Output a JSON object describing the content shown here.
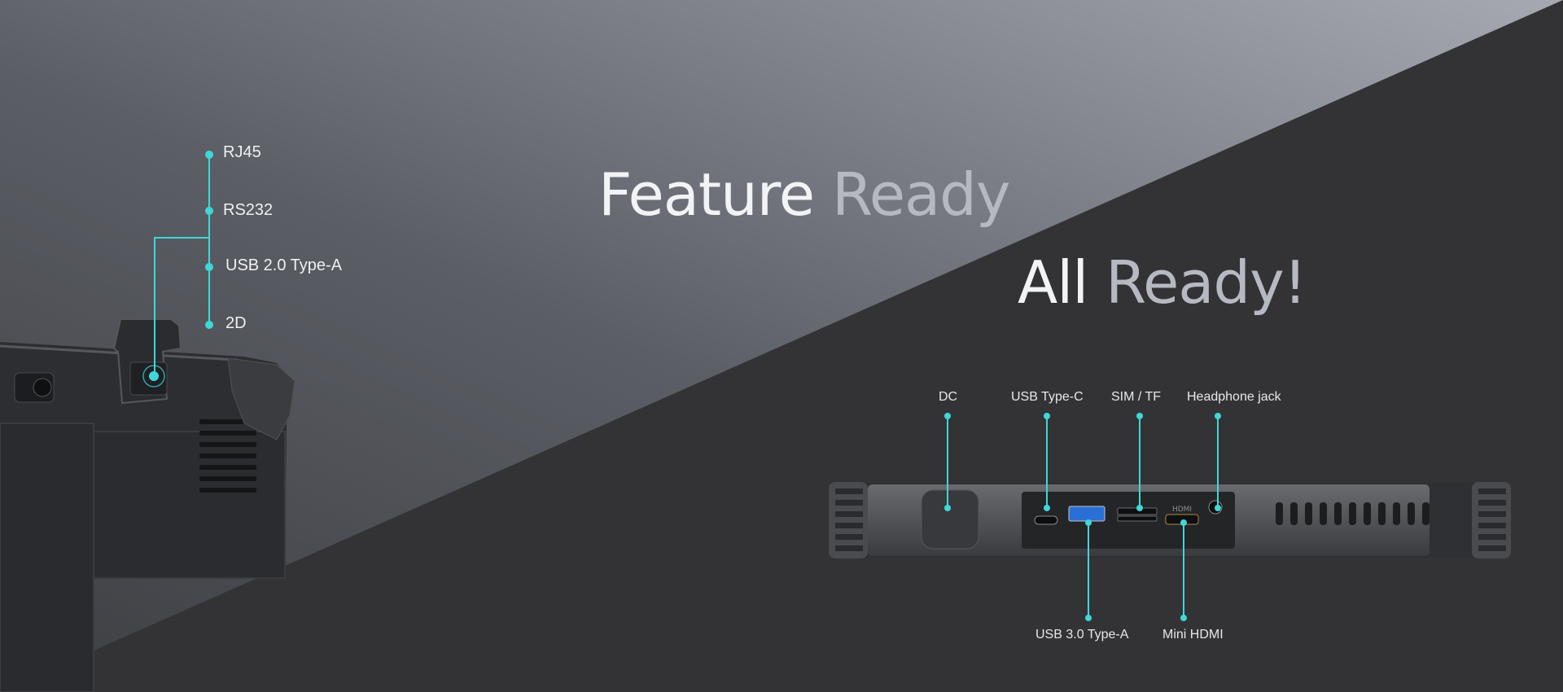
{
  "headline": {
    "line1_white": "Feature",
    "line1_gray": "Ready",
    "line2_white": "All",
    "line2_gray": "Ready!"
  },
  "left_callouts": [
    "RJ45",
    "RS232",
    "USB 2.0 Type-A",
    "2D"
  ],
  "top_port_labels": {
    "dc": "DC",
    "usb_c": "USB Type-C",
    "sim_tf": "SIM / TF",
    "headphone": "Headphone jack"
  },
  "bottom_port_labels": {
    "usb3": "USB 3.0 Type-A",
    "mini_hdmi": "Mini HDMI"
  },
  "port_silkscreen": "HDMI",
  "colors": {
    "accent": "#3fd7d8",
    "background_dark": "#333336",
    "background_light": "#9a9ea8"
  }
}
